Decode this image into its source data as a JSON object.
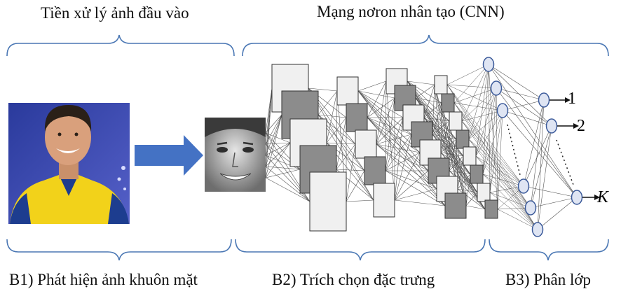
{
  "top_labels": {
    "preprocess": "Tiền xử lý ảnh đầu vào",
    "cnn": "Mạng nơron nhân tạo (CNN)"
  },
  "bottom_labels": {
    "b1": "B1) Phát hiện ảnh khuôn mặt",
    "b2": "B2) Trích chọn đặc trưng",
    "b3": "B3) Phân lớp"
  },
  "outputs": {
    "o1": "1",
    "o2": "2",
    "ok": "K"
  },
  "colors": {
    "bracket": "#4a77b4",
    "arrow": "#4472c4",
    "map_light": "#f0f0f0",
    "map_dark": "#8c8c8c",
    "node_fill": "#dfe5f3",
    "node_stroke": "#3b5a9a",
    "line": "#555555"
  },
  "icons": {
    "photo": "person-photo-icon",
    "face": "face-crop-icon"
  }
}
